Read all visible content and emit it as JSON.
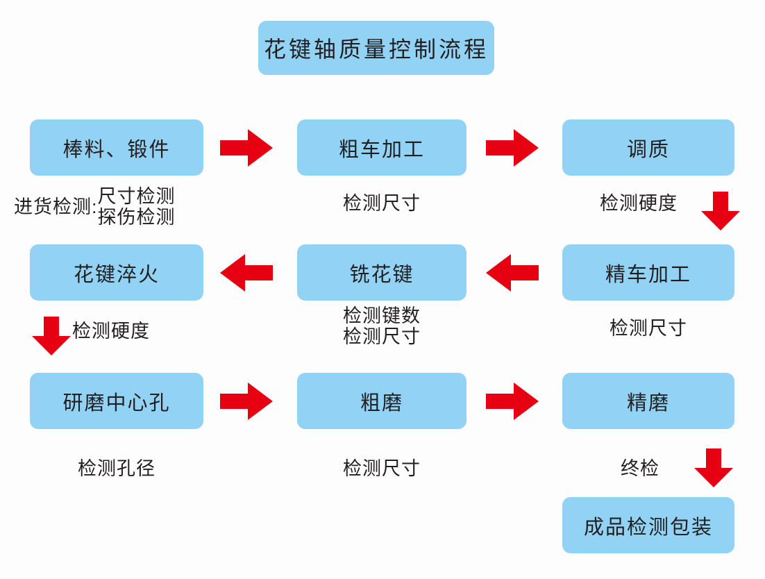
{
  "diagram": {
    "title": "花键轴质量控制流程",
    "background_color": "#fdfdfd",
    "box_color": "#92d3f5",
    "arrow_color": "#e60012",
    "text_color": "#231f20"
  },
  "rows": [
    {
      "direction": "left-to-right",
      "boxes": [
        {
          "label": "棒料、锻件"
        },
        {
          "label": "粗车加工"
        },
        {
          "label": "调质"
        }
      ],
      "captions": [
        {
          "lead": "进货检测:",
          "lines": [
            "尺寸检测",
            "探伤检测"
          ]
        },
        {
          "lead": "",
          "lines": [
            "检测尺寸"
          ]
        },
        {
          "lead": "",
          "lines": [
            "检测硬度"
          ]
        }
      ]
    },
    {
      "direction": "right-to-left",
      "boxes": [
        {
          "label": "花键淬火"
        },
        {
          "label": "铣花键"
        },
        {
          "label": "精车加工"
        }
      ],
      "captions": [
        {
          "lead": "",
          "lines": [
            "检测硬度"
          ]
        },
        {
          "lead": "",
          "lines": [
            "检测键数",
            "检测尺寸"
          ]
        },
        {
          "lead": "",
          "lines": [
            "检测尺寸"
          ]
        }
      ]
    },
    {
      "direction": "left-to-right",
      "boxes": [
        {
          "label": "研磨中心孔"
        },
        {
          "label": "粗磨"
        },
        {
          "label": "精磨"
        }
      ],
      "captions": [
        {
          "lead": "",
          "lines": [
            "检测孔径"
          ]
        },
        {
          "lead": "",
          "lines": [
            "检测尺寸"
          ]
        },
        {
          "lead": "",
          "lines": [
            "终检"
          ]
        }
      ]
    }
  ],
  "final": {
    "label": "成品检测包装"
  },
  "arrows": {
    "right_1": "arrow-right-icon",
    "right_2": "arrow-right-icon",
    "down_1": "arrow-down-icon",
    "left_1": "arrow-left-icon",
    "left_2": "arrow-left-icon",
    "down_2": "arrow-down-icon",
    "right_3": "arrow-right-icon",
    "right_4": "arrow-right-icon",
    "down_3": "arrow-down-icon"
  }
}
